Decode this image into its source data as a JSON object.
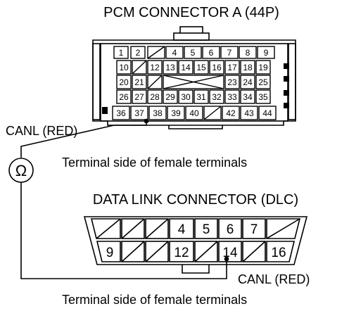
{
  "pcm": {
    "title": "PCM CONNECTOR A (44P)",
    "wire_label": "CANL (RED)",
    "caption": "Terminal side of female terminals",
    "rows": [
      [
        "1",
        "2",
        "",
        "4",
        "5",
        "6",
        "7",
        "8",
        "9"
      ],
      [
        "10",
        "",
        "12",
        "13",
        "14",
        "15",
        "16",
        "17",
        "18",
        "19"
      ],
      [
        "20",
        "21",
        "",
        "",
        "",
        "",
        "",
        "23",
        "24",
        "25"
      ],
      [
        "26",
        "27",
        "28",
        "29",
        "30",
        "31",
        "32",
        "33",
        "34",
        "35"
      ],
      [
        "36",
        "37",
        "38",
        "39",
        "40",
        "",
        "42",
        "43",
        "44"
      ]
    ]
  },
  "meter": {
    "symbol": "Ω"
  },
  "dlc": {
    "title": "DATA LINK CONNECTOR (DLC)",
    "wire_label": "CANL (RED)",
    "caption": "Terminal side of female terminals",
    "top_row": [
      "",
      "",
      "",
      "4",
      "5",
      "6",
      "7",
      ""
    ],
    "bottom_row": [
      "9",
      "",
      "",
      "12",
      "",
      "14",
      "",
      "16"
    ]
  }
}
